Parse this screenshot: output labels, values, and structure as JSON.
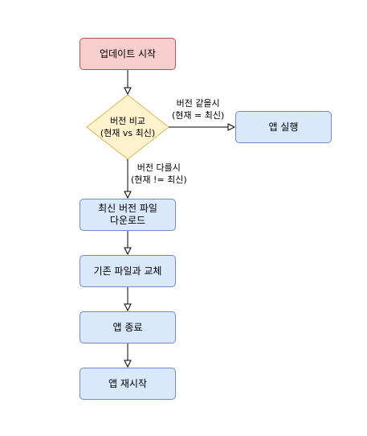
{
  "diagram": {
    "start": {
      "label": "업데이트 시작"
    },
    "decision": {
      "label": "버전 비교\n(현재 vs 최신)"
    },
    "run_app": {
      "label": "앱 실행"
    },
    "download": {
      "label": "최신 버전 파일\n다운로드"
    },
    "replace": {
      "label": "기존 파일과 교체"
    },
    "quit_app": {
      "label": "앱 종료"
    },
    "restart_app": {
      "label": "앱 재시작"
    },
    "edge_same": {
      "label": "버전 같을시\n(현재 = 최신)"
    },
    "edge_different": {
      "label": "버전 다를시\n(현재 != 최신)"
    }
  },
  "colors": {
    "start_fill": "#f8cecc",
    "start_stroke": "#b85450",
    "process_fill": "#dae8fc",
    "process_stroke": "#6c8ebf",
    "decision_fill": "#fff2cc",
    "decision_stroke": "#d6b656",
    "edge": "#000000"
  }
}
